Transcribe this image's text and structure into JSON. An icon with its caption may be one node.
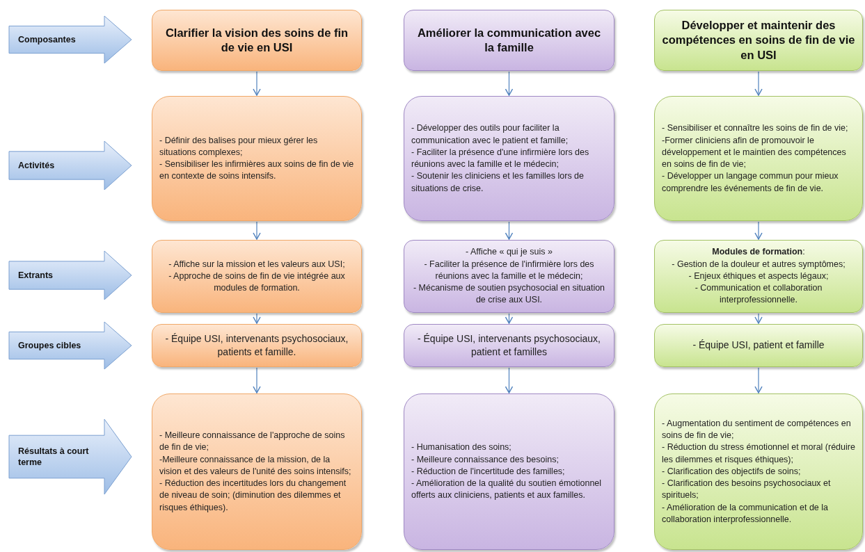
{
  "diagram": {
    "nodes": [
      {
        "text": [
          "Composantes"
        ]
      },
      {
        "text": [
          "Clarifier la vision des soins de fin de vie en USI"
        ]
      },
      {
        "text": [
          "Améliorer la communication avec la famille"
        ]
      },
      {
        "text": [
          "Développer et maintenir des compétences en soins de fin de vie en USI"
        ]
      },
      {
        "text": [
          "Activités"
        ]
      },
      {
        "text": [
          "- Définir des balises pour mieux gérer les situations complexes;",
          "- Sensibiliser les infirmières aux soins de fin de vie en contexte de soins intensifs."
        ]
      },
      {
        "text": [
          "- Développer des outils pour faciliter la communication avec le patient et famille;",
          "- Faciliter la présence d'une infirmière lors des réunions avec la famille et le médecin;",
          "- Soutenir les cliniciens et les familles lors de situations de crise."
        ]
      },
      {
        "text": [
          "- Sensibiliser et connaître les soins de fin de vie;",
          "-Former cliniciens afin de promouvoir le développement et le maintien des compétences en soins de fin de vie;",
          "- Développer un langage commun pour mieux comprendre les événements de fin de vie."
        ]
      },
      {
        "text": [
          "Extrants"
        ]
      },
      {
        "text": [
          "- Affiche sur la mission et les valeurs aux USI;",
          "- Approche de soins de fin de vie intégrée aux modules de formation."
        ]
      },
      {
        "text": [
          "- Affiche « qui je suis »",
          "- Faciliter la présence de l'infirmière lors des réunions avec la famille et le médecin;",
          "- Mécanisme de soutien psychosocial en situation de crise aux USI."
        ]
      },
      {
        "text": [
          "**Modules de formation**:",
          "- Gestion de la douleur et autres symptômes;",
          "- Enjeux éthiques et aspects légaux;",
          "- Communication et collaboration interprofessionnelle."
        ]
      },
      {
        "text": [
          "Groupes cibles"
        ]
      },
      {
        "text": [
          "- Équipe USI, intervenants psychosociaux, patients et famille."
        ]
      },
      {
        "text": [
          "- Équipe USI, intervenants psychosociaux, patient et familles"
        ]
      },
      {
        "text": [
          "- Équipe USI, patient et famille"
        ]
      },
      {
        "text": [
          "Résultats à court terme"
        ]
      },
      {
        "text": [
          "- Meilleure connaissance de l'approche de soins de fin de vie;",
          "-Meilleure connaissance de la mission, de la vision et des valeurs de l'unité des soins intensifs;",
          "- Réduction des incertitudes lors du changement de niveau de soin; (diminution des dilemmes et risques éthiques)."
        ]
      },
      {
        "text": [
          "- Humanisation des soins;",
          "- Meilleure connaissance des besoins;",
          "- Réduction de l'incertitude des familles;",
          "- Amélioration de la qualité du soutien émotionnel offerts aux cliniciens, patients et aux familles."
        ]
      },
      {
        "text": [
          "- Augmentation du sentiment de compétences en soins de fin de vie;",
          "- Réduction du stress émotionnel et moral (réduire les dilemmes et risques éthiques);",
          "- Clarification des objectifs de soins;",
          "- Clarification des besoins psychosociaux et spirituels;",
          "- Amélioration de la communication et de la collaboration interprofessionnelle."
        ]
      }
    ],
    "edges": [
      {
        "from": 1,
        "to": 5,
        "arrow": "to"
      },
      {
        "from": 2,
        "to": 6,
        "arrow": "to"
      },
      {
        "from": 3,
        "to": 7,
        "arrow": "to"
      },
      {
        "from": 5,
        "to": 9,
        "arrow": "to"
      },
      {
        "from": 6,
        "to": 10,
        "arrow": "to"
      },
      {
        "from": 7,
        "to": 11,
        "arrow": "to"
      },
      {
        "from": 9,
        "to": 13,
        "arrow": "to"
      },
      {
        "from": 10,
        "to": 14,
        "arrow": "to"
      },
      {
        "from": 11,
        "to": 15,
        "arrow": "to"
      },
      {
        "from": 13,
        "to": 17,
        "arrow": "to"
      },
      {
        "from": 14,
        "to": 18,
        "arrow": "to"
      },
      {
        "from": 15,
        "to": 19,
        "arrow": "to"
      }
    ]
  }
}
